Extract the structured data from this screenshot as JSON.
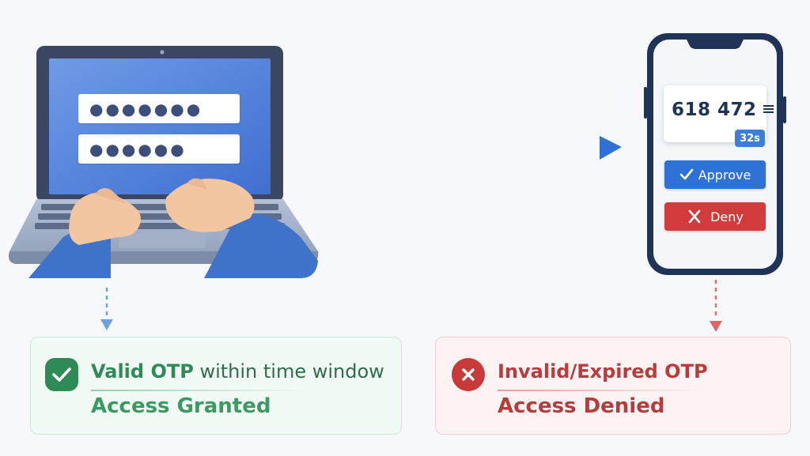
{
  "laptop": {
    "password_field_1": "●●●●●●●",
    "password_field_2": "●●●●●●"
  },
  "phone": {
    "otp_code": "618 472",
    "timer": "32s",
    "approve_label": "Approve",
    "deny_label": "Deny"
  },
  "results": {
    "success": {
      "strong": "Valid OTP",
      "rest": " within time window",
      "status": "Access Granted"
    },
    "failure": {
      "strong": "Invalid/Expired OTP",
      "status": "Access Denied"
    }
  },
  "colors": {
    "primary_blue": "#2f72d6",
    "success_green": "#2e8b57",
    "danger_red": "#d23b3b",
    "laptop_body": "#3a4662"
  },
  "icons": {
    "success": "check-icon",
    "failure": "x-icon",
    "approve": "check-icon",
    "deny": "x-icon"
  }
}
